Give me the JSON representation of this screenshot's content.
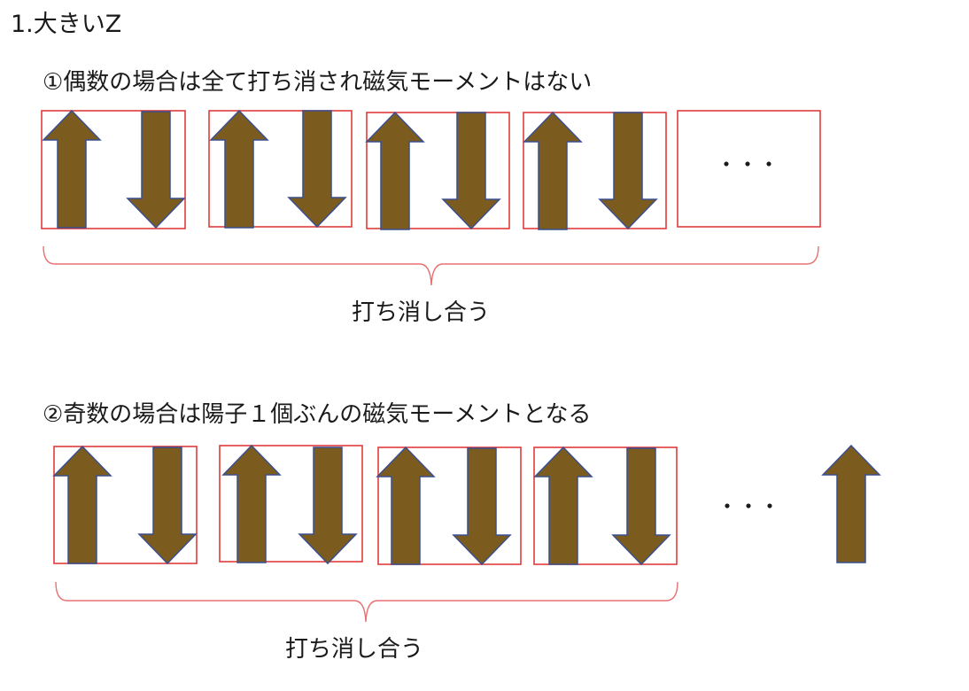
{
  "heading": "1.大きいZ",
  "case_even": {
    "title": "①偶数の場合は全て打ち消され磁気モーメントはない",
    "ellipsis": "・・・",
    "cancel_label": "打ち消し合う"
  },
  "case_odd": {
    "title": "②奇数の場合は陽子１個ぶんの磁気モーメントとなる",
    "ellipsis": "・・・",
    "cancel_label": "打ち消し合う"
  },
  "colors": {
    "arrow_fill": "#7b5c1e",
    "arrow_stroke": "#3b4f8f",
    "box_stroke": "#e03c3c",
    "brace_stroke": "#e87070"
  }
}
